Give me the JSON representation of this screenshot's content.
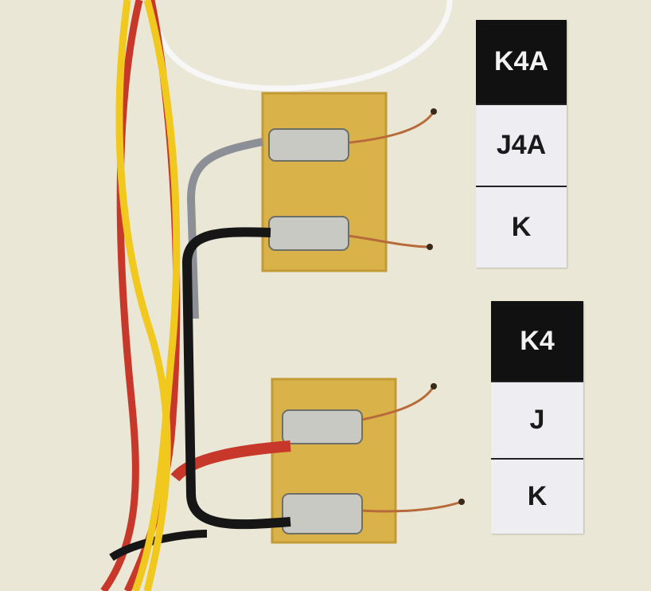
{
  "labels": {
    "upper": {
      "top": "K4A",
      "middle": "J4A",
      "bottom": "K"
    },
    "lower": {
      "top": "K4",
      "middle": "J",
      "bottom": "K"
    }
  },
  "colors": {
    "background": "#ebe7d6",
    "board": "#d9b24a",
    "wire_red": "#c8382a",
    "wire_yellow": "#f0c81e",
    "wire_black": "#161616",
    "wire_gray": "#8c9096",
    "wire_white": "#f7f7f7",
    "copper": "#b86b3a"
  }
}
